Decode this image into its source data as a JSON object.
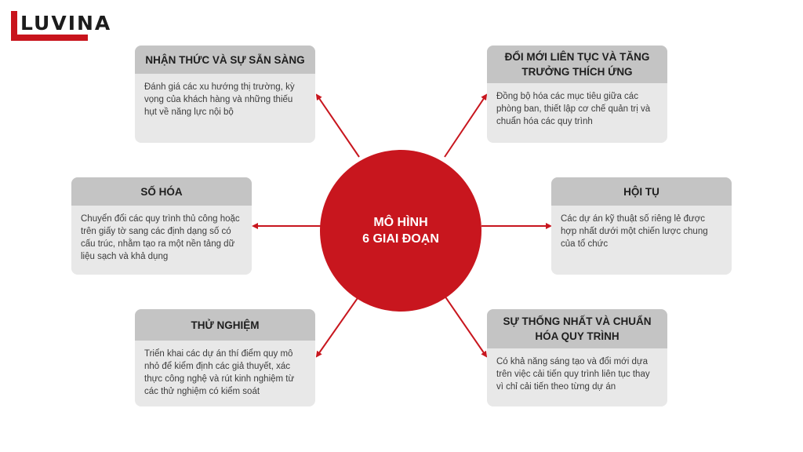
{
  "logo": {
    "text": "LUVINA"
  },
  "center": {
    "line1": "MÔ HÌNH",
    "line2": "6 GIAI ĐOẠN"
  },
  "stages": {
    "awareness": {
      "title": "NHẬN THỨC VÀ SỰ SẴN SÀNG",
      "description": "Đánh giá các xu hướng thị trường, kỳ vọng của khách hàng và những thiếu hụt về năng lực nội bộ"
    },
    "digitization": {
      "title": "SỐ HÓA",
      "description": "Chuyển đổi các quy trình thủ công hoặc trên giấy tờ sang các định dạng số có cấu trúc, nhằm tạo ra một nền tảng dữ liệu sạch và khả dụng"
    },
    "experiment": {
      "title": "THỬ NGHIỆM",
      "description": "Triển khai các dự án thí điểm quy mô nhỏ để kiểm định các giả thuyết, xác thực công nghệ và rút kinh nghiệm từ các thử nghiệm có kiểm soát"
    },
    "innovation": {
      "title": "ĐỔI MỚI LIÊN TỤC VÀ TĂNG TRƯỞNG THÍCH ỨNG",
      "description": "Đồng bộ hóa các mục tiêu giữa các phòng ban, thiết lập cơ chế quản trị và chuẩn hóa các quy trình"
    },
    "convergence": {
      "title": "HỘI TỤ",
      "description": "Các dự án kỹ thuật số riêng lẻ được hợp nhất dưới một chiến lược chung của tổ chức"
    },
    "standardization": {
      "title": "SỰ THỐNG NHẤT VÀ CHUẨN HÓA QUY TRÌNH",
      "description": "Có khả năng sáng tạo và đổi mới dựa trên việc cải tiến quy trình liên tục thay vì chỉ cải tiến theo từng dự án"
    }
  },
  "colors": {
    "accent": "#c8161e",
    "header_bg": "#c4c4c4",
    "body_bg": "#e8e8e8"
  }
}
